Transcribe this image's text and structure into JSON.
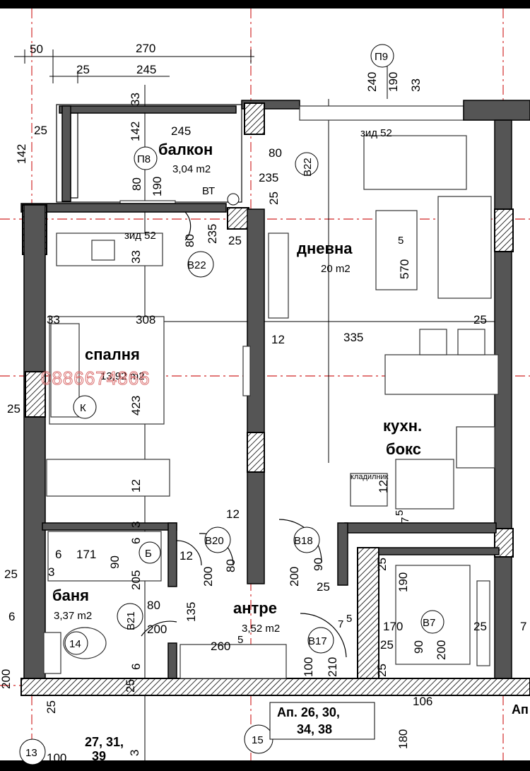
{
  "rooms": {
    "balcony": {
      "name": "балкон",
      "area": "3,04 m2"
    },
    "living": {
      "name": "дневна",
      "area": "20 m2"
    },
    "bedroom": {
      "name": "спалня",
      "area": "13,92 m2"
    },
    "kitchen": {
      "name1": "кухн.",
      "name2": "бокс"
    },
    "bathroom": {
      "name": "баня",
      "area": "3,37 m2"
    },
    "hall": {
      "name": "антре",
      "area": "3,52 m2"
    }
  },
  "watermark": "0886674866",
  "apartments": {
    "line1": "Ап. 26, 30,",
    "line2": "34, 38",
    "cut_left1": "27, 31,",
    "cut_left2": "39",
    "cut_right": "Ап"
  },
  "fridge_label": "кладилник",
  "wall_label_1": "зид 52",
  "wall_label_2": "зид 52",
  "tags": {
    "p9": "П9",
    "p8": "П8",
    "b22a": "В22",
    "b22b": "В22",
    "b20": "В20",
    "b18": "В18",
    "b17": "В17",
    "b21": "В21",
    "b7": "В7",
    "k": "К",
    "b": "Б",
    "bt": "ВТ",
    "n14": "14",
    "n15": "15",
    "n13": "13"
  },
  "dims": {
    "d50": "50",
    "d270": "270",
    "d25_top": "25",
    "d245_top": "245",
    "d240": "240",
    "d190_top": "190",
    "d33_top": "33",
    "d142_left": "142",
    "d25_bal": "25",
    "d142_bal": "142",
    "d33_bal": "33",
    "d245_bal": "245",
    "d80_bal": "80",
    "d235_bal": "235",
    "d25_bal2": "25",
    "d80_p8": "80",
    "d190_p8": "190",
    "d80_v22": "80",
    "d235_v22": "235",
    "d25_v22": "25",
    "d33_desk": "33",
    "d570": "570",
    "d5sup": "5",
    "d33_bed": "33",
    "d308": "308",
    "d12_mid": "12",
    "d335": "335",
    "d25_kitchen": "25",
    "d423": "423",
    "d25_left": "25",
    "d12_bed": "12",
    "d12_door": "12",
    "d12_kit": "12",
    "d6_bath": "6",
    "d171": "171",
    "d90_bath": "90",
    "d6_bath2": "6",
    "d3_bath": "3",
    "d3_bath2": "3",
    "d205": "205",
    "d12_bath": "12",
    "d25_bath_left": "25",
    "d200_b20": "200",
    "d80_b20": "80",
    "d200_b18": "200",
    "d90_b18": "90",
    "d25_hall": "25",
    "d80_hall": "80",
    "d135": "135",
    "d200_hall": "200",
    "d260": "260",
    "d5sup2": "5",
    "d6_left": "6",
    "d200_left": "200",
    "d25_s": "25",
    "d6_s": "6",
    "d3_s": "3",
    "d25_bottom": "25",
    "d100_b17": "100",
    "d210": "210",
    "d7_b17": "7",
    "d5_b17": "5",
    "d190_room": "190",
    "d25_room": "25",
    "d170": "170",
    "d25_room2": "25",
    "d25_room3": "25",
    "d90_room": "90",
    "d200_room": "200",
    "d25_room4": "25",
    "d7_kit": "7",
    "d5_kit": "5",
    "d106": "106",
    "d180": "180",
    "d100_bottom": "100",
    "d7_right": "7"
  }
}
